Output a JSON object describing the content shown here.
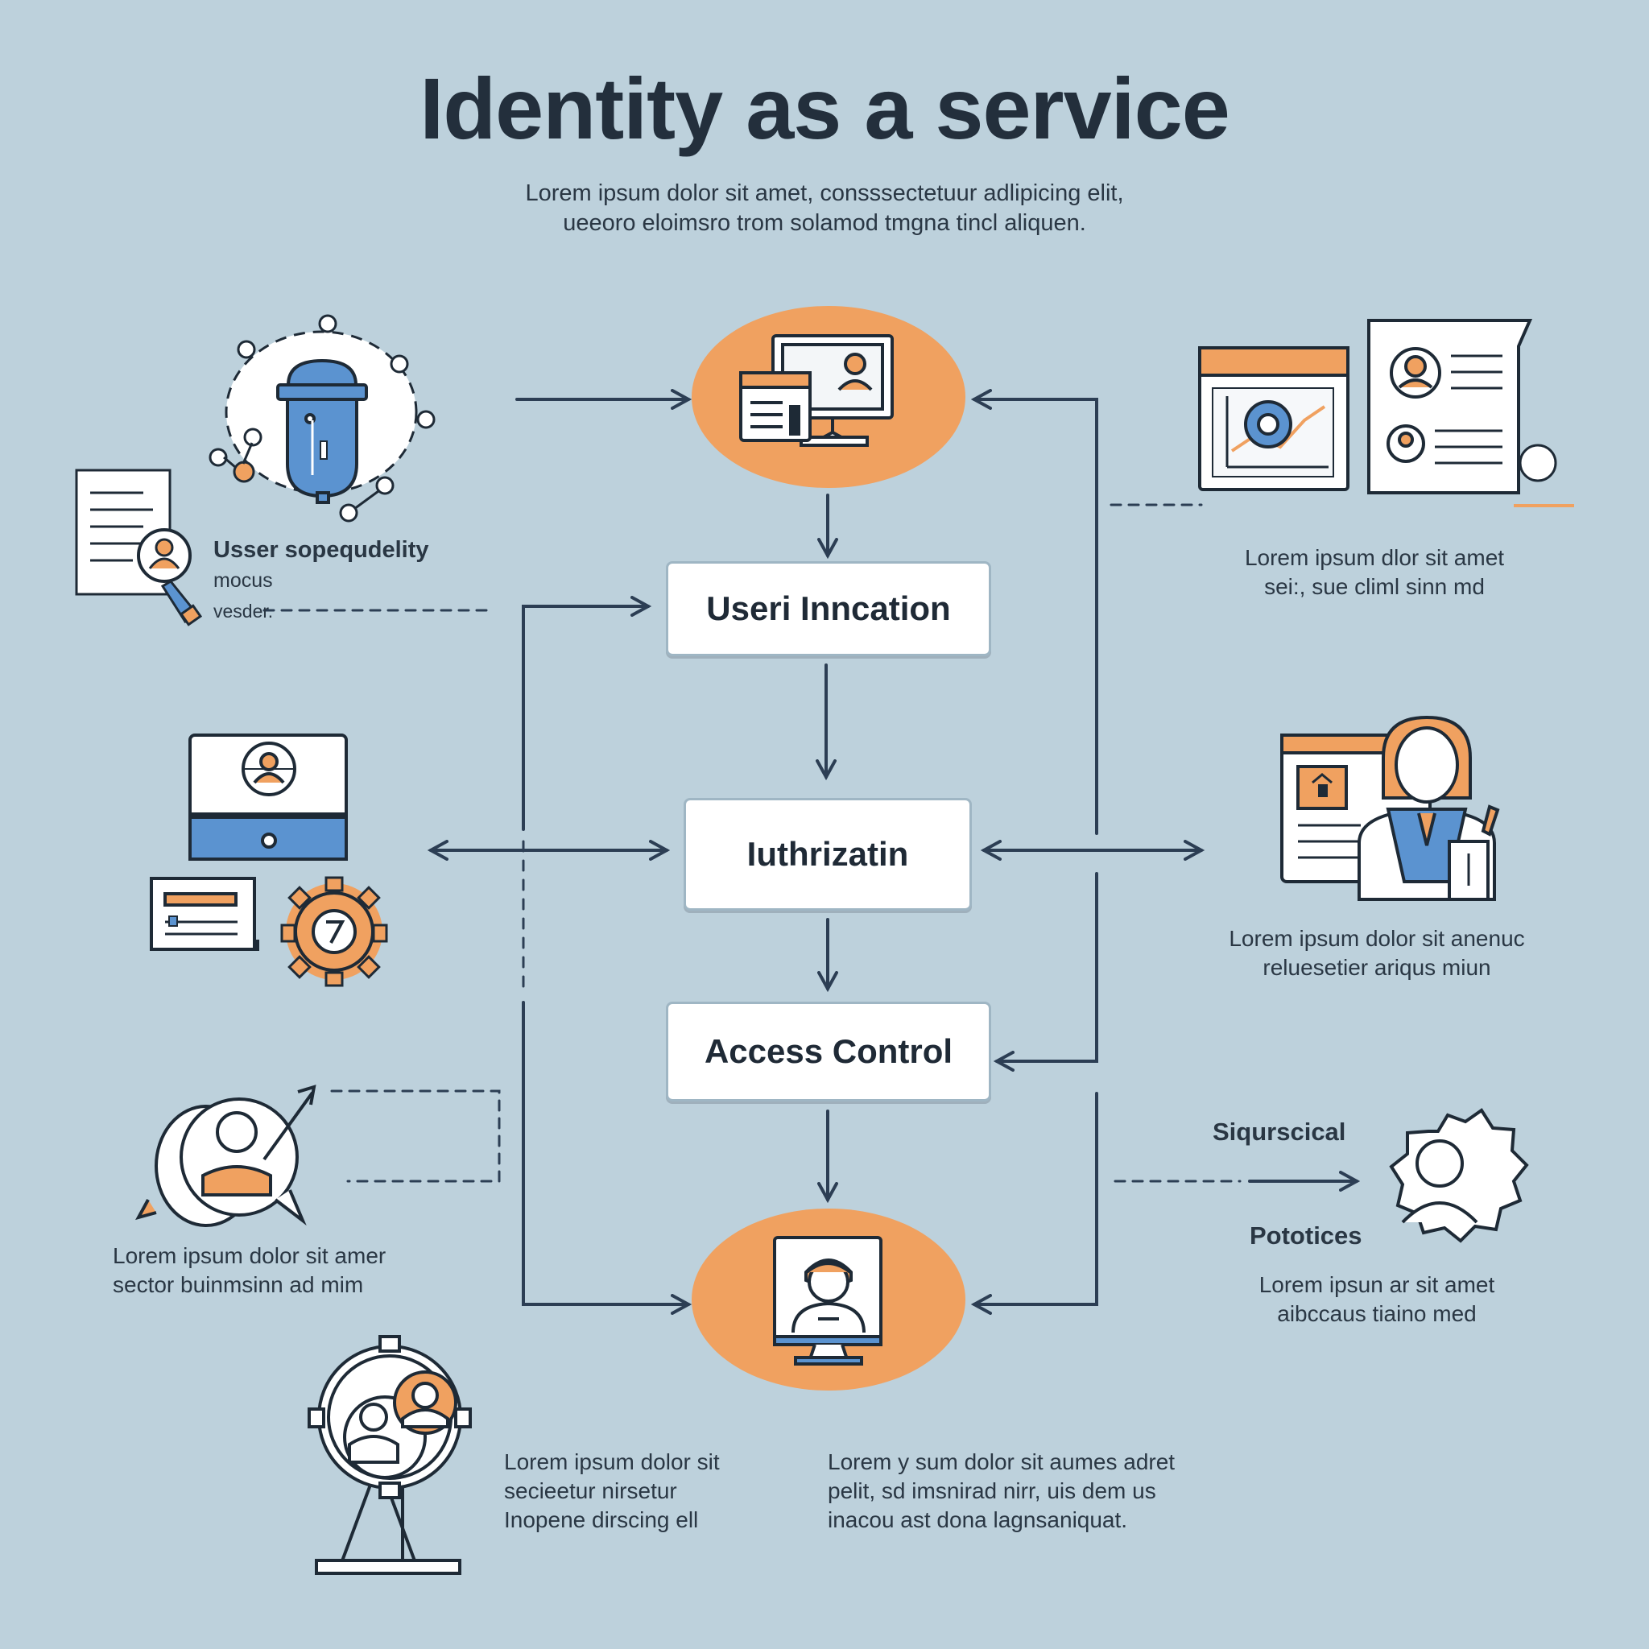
{
  "title": "Identity as a service",
  "subtitle": {
    "line1": "Lorem ipsum dolor sit amet, consssectetuur adlipicing elit,",
    "line2": "ueeoro eloimsro trom solamod tmgna tincl aliquen."
  },
  "flow": {
    "box1": "Useri Inncation",
    "box2": "Iuthrizatin",
    "box3": "Access Control"
  },
  "left": {
    "item1": {
      "line1": "Usser sopequdelity",
      "line2": "mocus",
      "line3": "vesder."
    },
    "item3": {
      "line1": "Lorem ipsum dolor sit amer",
      "line2": "sector buinmsinn ad mim"
    }
  },
  "right": {
    "item1": {
      "line1": "Lorem ipsum dlor sit amet",
      "line2": "sei:, sue climl sinn md"
    },
    "item2": {
      "line1": "Lorem ipsum dolor sit anenuc",
      "line2": "reluesetier ariqus miun"
    },
    "item3": {
      "label_top": "Siqurscical",
      "label_bottom": "Pototices",
      "line1": "Lorem ipsun ar sit amet",
      "line2": "aibccaus tiaino med"
    }
  },
  "bottom": {
    "col1": {
      "line1": "Lorem ipsum dolor sit",
      "line2": "secieetur nirsetur",
      "line3": "Inopene dirscing ell"
    },
    "col2": {
      "line1": "Lorem y sum dolor sit aumes adret",
      "line2": "pelit, sd imsnirad nirr, uis dem us",
      "line3": "inacou ast dona lagnsaniquat."
    }
  },
  "colors": {
    "background": "#bdd1dc",
    "orange": "#f0a160",
    "blue": "#5b93d0",
    "arrow": "#2c3e54"
  },
  "icons": [
    "server-network-icon",
    "document-search-icon",
    "monitor-id-card-icon",
    "dashboard-settings-icon",
    "profile-document-icon",
    "laptop-user-icon",
    "id-card-icon",
    "gear-icon",
    "user-chat-icon",
    "person-document-icon",
    "user-gear-icon",
    "computer-user-icon",
    "gear-users-stand-icon"
  ]
}
